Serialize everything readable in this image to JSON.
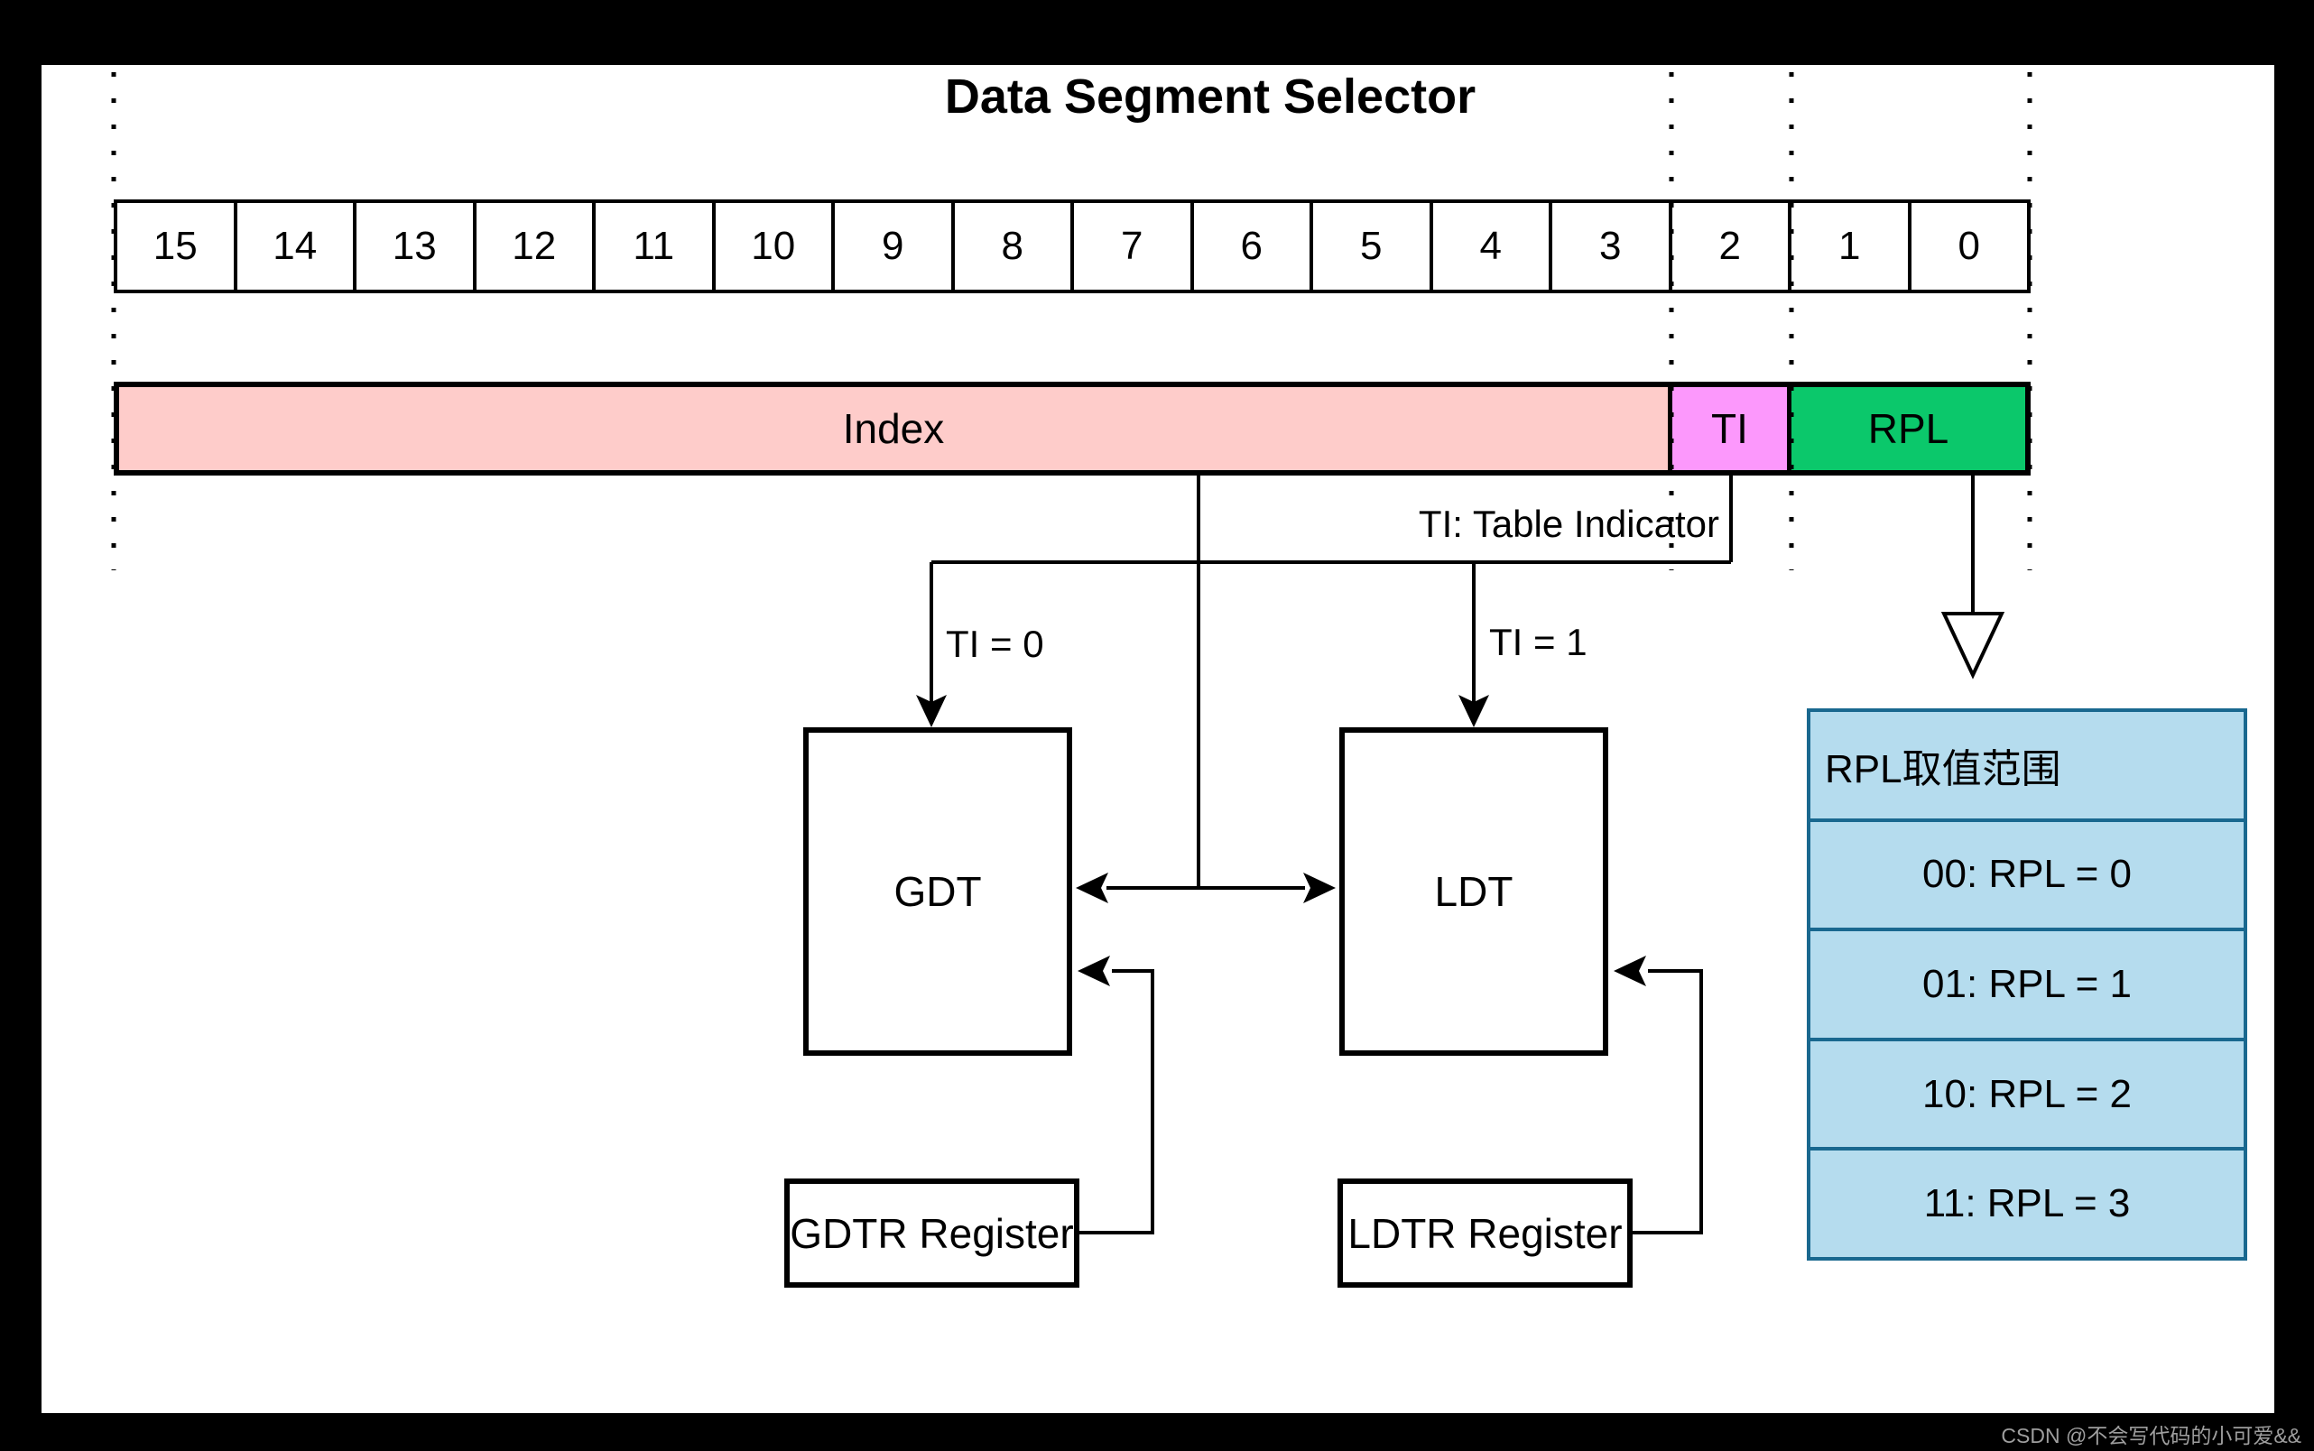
{
  "title": "Data Segment Selector",
  "bit_row": {
    "bits": [
      "15",
      "14",
      "13",
      "12",
      "11",
      "10",
      "9",
      "8",
      "7",
      "6",
      "5",
      "4",
      "3",
      "2",
      "1",
      "0"
    ]
  },
  "selector_bar": {
    "segments": [
      {
        "label": "Index",
        "bits": "15-3",
        "color": "#FECCCA"
      },
      {
        "label": "TI",
        "bits": "2",
        "color": "#FC98FC"
      },
      {
        "label": "RPL",
        "bits": "1-0",
        "color": "#0BC86B"
      }
    ]
  },
  "notes": {
    "ti_note": "TI: Table Indicator",
    "ti0": "TI = 0",
    "ti1": "TI = 1"
  },
  "boxes": {
    "gdt": "GDT",
    "ldt": "LDT",
    "gdtr": "GDTR Register",
    "ldtr": "LDTR Register"
  },
  "rpl_table": {
    "header": "RPL取值范围",
    "rows": [
      "00: RPL = 0",
      "01: RPL = 1",
      "10: RPL = 2",
      "11: RPL = 3"
    ],
    "fill_color": "#B5DCEE",
    "border_color": "#19688F"
  },
  "watermark": "CSDN @不会写代码的小可爱&&",
  "colors": {
    "background": "#000000",
    "paper": "#FFFFFF",
    "line": "#000000",
    "index_fill": "#FECCCA",
    "ti_fill": "#FC98FC",
    "rpl_fill": "#0BC86B",
    "table_fill": "#B5DCEE",
    "table_border": "#19688F",
    "watermark_text": "#9E9E9E"
  }
}
